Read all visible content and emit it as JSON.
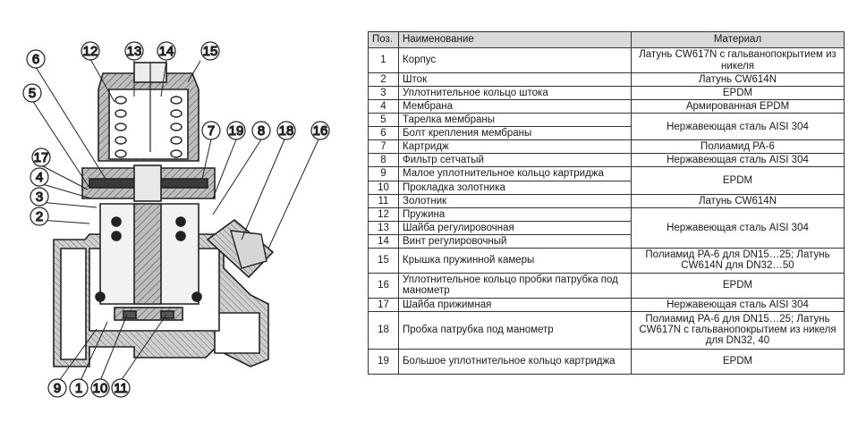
{
  "table": {
    "headers": {
      "pos": "Поз.",
      "name": "Наименование",
      "material": "Материал"
    },
    "rows": [
      {
        "pos": "1",
        "name": "Корпус",
        "material": "Латунь CW617N с гальванопокрытием из никеля"
      },
      {
        "pos": "2",
        "name": "Шток",
        "material": "Латунь CW614N"
      },
      {
        "pos": "3",
        "name": "Уплотнительное кольцо штока",
        "material": "EPDM"
      },
      {
        "pos": "4",
        "name": "Мембрана",
        "material": "Армированная EPDM"
      },
      {
        "pos": "5",
        "name": "Тарелка мембраны",
        "material": "Нержавеющая сталь AISI 304"
      },
      {
        "pos": "6",
        "name": "Болт крепления мембраны"
      },
      {
        "pos": "7",
        "name": "Картридж",
        "material": "Полиамид PA-6"
      },
      {
        "pos": "8",
        "name": "Фильтр сетчатый",
        "material": "Нержавеющая сталь AISI 304"
      },
      {
        "pos": "9",
        "name": "Малое уплотнительное кольцо картриджа",
        "material": "EPDM"
      },
      {
        "pos": "10",
        "name": "Прокладка золотника"
      },
      {
        "pos": "11",
        "name": "Золотник",
        "material": "Латунь CW614N"
      },
      {
        "pos": "12",
        "name": "Пружина",
        "material": "Нержавеющая сталь AISI 304"
      },
      {
        "pos": "13",
        "name": "Шайба регулировочная"
      },
      {
        "pos": "14",
        "name": "Винт регулировочный"
      },
      {
        "pos": "15",
        "name": "Крышка пружинной камеры",
        "material": "Полиамид PA-6 для DN15…25; Латунь CW614N для DN32…50"
      },
      {
        "pos": "16",
        "name": "Уплотнительное кольцо пробки патрубка под манометр",
        "material": "EPDM"
      },
      {
        "pos": "17",
        "name": "Шайба прижимная",
        "material": "Нержавеющая сталь AISI 304"
      },
      {
        "pos": "18",
        "name": "Пробка патрубка под манометр",
        "material": "Полиамид PA-6 для DN15…25; Латунь CW617N с гальванопокрытием из никеля для DN32, 40"
      },
      {
        "pos": "19",
        "name": "Большое уплотнительное кольцо картриджа",
        "material": "EPDM"
      }
    ]
  },
  "callouts": [
    "1",
    "2",
    "3",
    "4",
    "5",
    "6",
    "9",
    "10",
    "11",
    "12",
    "13",
    "14",
    "15",
    "16",
    "17",
    "18",
    "19",
    "7",
    "8"
  ]
}
